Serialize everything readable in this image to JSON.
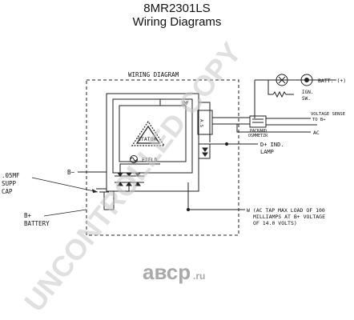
{
  "header": {
    "model": "8MR2301LS",
    "subtitle": "Wiring Diagrams"
  },
  "diagram": {
    "box_title": "WIRING DIAGRAM",
    "labels": {
      "df": "DF",
      "stator": "STATOR",
      "field": "FIELD",
      "b_minus": "B−",
      "cap_1": ".05MF",
      "cap_2": "SUPP",
      "cap_3": "CAP",
      "b_plus": "B+",
      "battery": "BATTERY",
      "batt_plus": "BATT. (+)",
      "ign_1": "IGN.",
      "ign_2": "SW.",
      "packard_1": "PACKARD",
      "packard_2": "OSMMETZR",
      "voltage_sense_1": "VOLTAGE SENSE",
      "voltage_sense_2": "TO B+",
      "ac": "AC",
      "d_plus_1": "D+ IND.",
      "d_plus_2": "LAMP",
      "w_1": "W (AC TAP MAX LOAD OF 100",
      "w_2": "MILLIAMPS AT B+ VOLTAGE",
      "w_3": "OF 14.0 VOLTS)"
    }
  },
  "watermark": {
    "text": "UNCONTROLLED COPY",
    "color": "#c8c8c8"
  },
  "brand": {
    "name": "авср",
    "tld": ".ru"
  }
}
